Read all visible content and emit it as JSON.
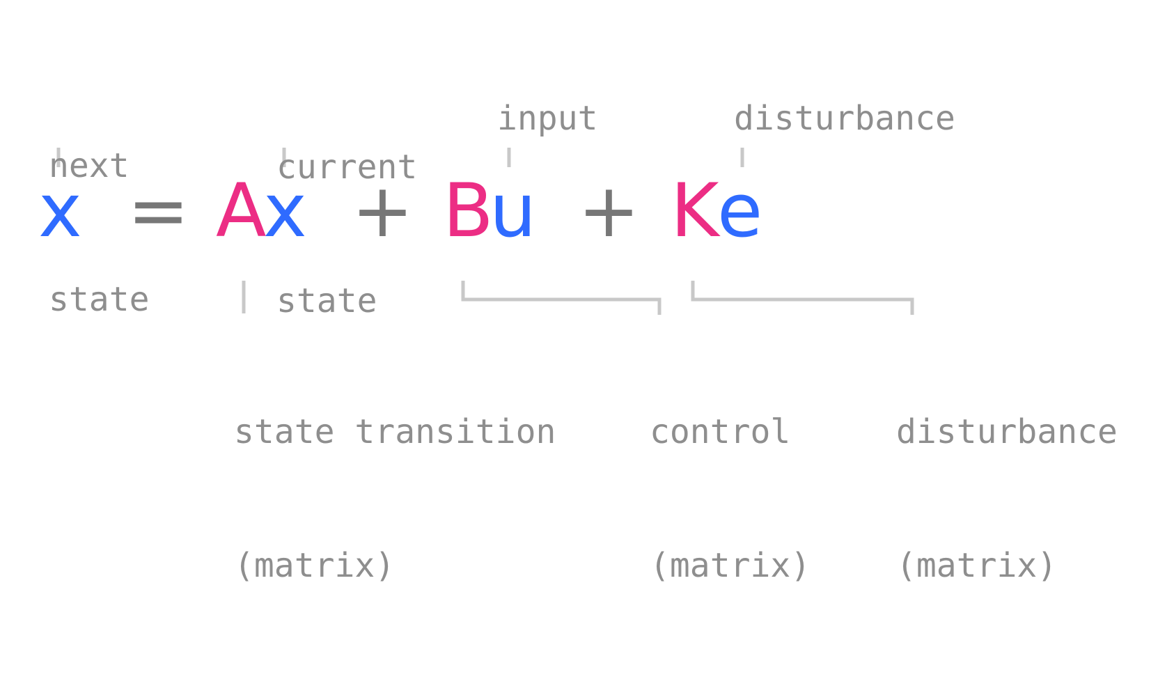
{
  "labels_above": {
    "next_state": [
      "next",
      "state"
    ],
    "current_state": [
      "current",
      "state"
    ],
    "input": "input",
    "disturbance": "disturbance"
  },
  "equation": {
    "lhs": "x",
    "equals": "=",
    "A": "A",
    "x": "x",
    "plus1": "+",
    "B": "B",
    "u": "u",
    "plus2": "+",
    "K": "K",
    "e": "e"
  },
  "labels_below": {
    "state_transition": [
      "state transition",
      "(matrix)"
    ],
    "control": [
      "control",
      "(matrix)"
    ],
    "disturbance_matrix": [
      "disturbance",
      "(matrix)"
    ]
  },
  "colors": {
    "vector": "#2f6bff",
    "matrix": "#ec2d84",
    "operator": "#777777",
    "label": "#8e8e8e",
    "guide": "#c8c8c8"
  }
}
